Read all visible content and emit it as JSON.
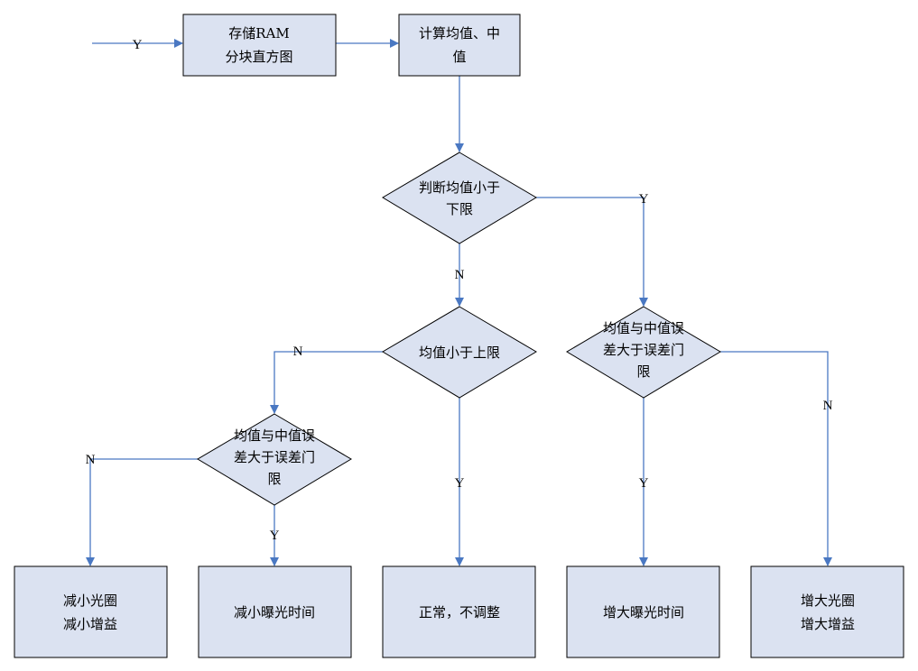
{
  "colors": {
    "node_fill": "#dbe2f1",
    "node_stroke": "#000000",
    "arrow": "#4a78c2",
    "text": "#000000"
  },
  "nodes": {
    "store": [
      "存储RAM",
      "分块直方图"
    ],
    "calc": [
      "计算均值、中",
      "值"
    ],
    "d1": [
      "判断均值小于",
      "下限"
    ],
    "d2": [
      "均值小于上限"
    ],
    "d3": [
      "均值与中值误",
      "差大于误差门",
      "限"
    ],
    "d4": [
      "均值与中值误",
      "差大于误差门",
      "限"
    ],
    "b1": [
      "减小光圈",
      "减小增益"
    ],
    "b2": [
      "减小曝光时间"
    ],
    "b3": [
      "正常，不调整"
    ],
    "b4": [
      "增大曝光时间"
    ],
    "b5": [
      "增大光圈",
      "增大增益"
    ]
  },
  "edges": {
    "entry": "Y",
    "d1_yes": "Y",
    "d1_no": "N",
    "d2_no": "N",
    "d2_yes": "Y",
    "d3_no": "N",
    "d3_yes": "Y",
    "d4_yes": "Y",
    "d4_no": "N"
  }
}
